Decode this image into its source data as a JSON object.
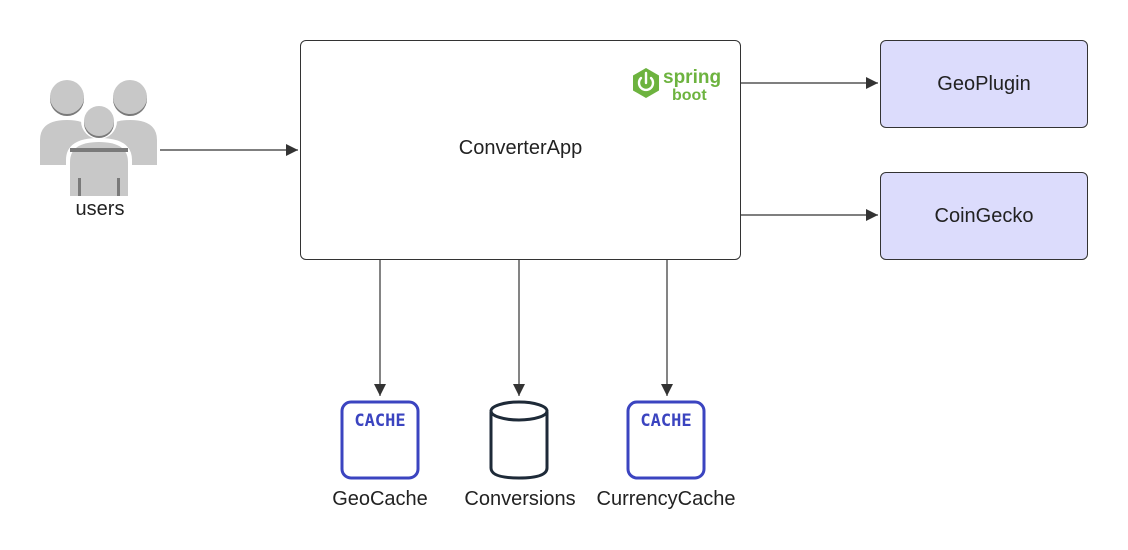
{
  "nodes": {
    "users_label": "users",
    "converter_label": "ConverterApp",
    "geoplugin_label": "GeoPlugin",
    "coingecko_label": "CoinGecko",
    "geocache_label": "GeoCache",
    "conversions_label": "Conversions",
    "currencycache_label": "CurrencyCache"
  },
  "logo": {
    "line1": "spring",
    "line2": "boot",
    "icon": "power-icon"
  },
  "cache_badge_text": "CACHE",
  "colors": {
    "spring_green": "#6db33f",
    "external_fill": "#dcdcfc",
    "cache_blue": "#3b44c0",
    "db_stroke": "#1e2a38",
    "users_gray": "#c8c8c8",
    "users_shadow": "#7a7a7a"
  }
}
